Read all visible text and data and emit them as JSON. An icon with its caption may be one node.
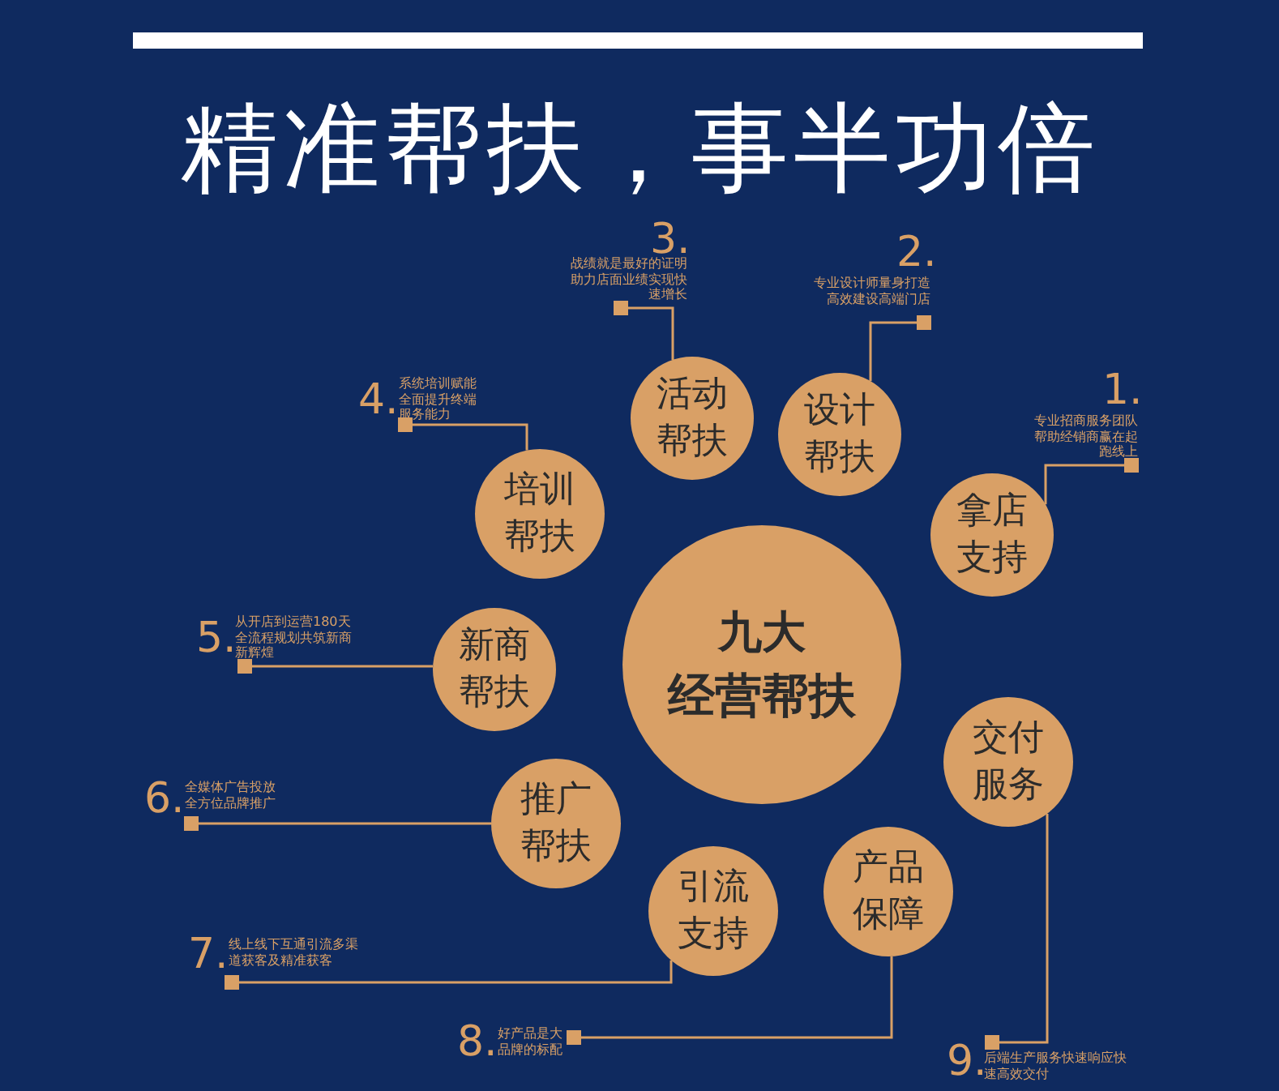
{
  "diagram": {
    "title": "精准帮扶，事半功倍",
    "nodes": [
      {
        "text": [
          "九大",
          "经营帮扶"
        ]
      },
      {
        "text": [
          "拿店支持"
        ]
      },
      {
        "text": [
          "设计帮扶"
        ]
      },
      {
        "text": [
          "活动帮扶"
        ]
      },
      {
        "text": [
          "培训帮扶"
        ]
      },
      {
        "text": [
          "新商帮扶"
        ]
      },
      {
        "text": [
          "推广帮扶"
        ]
      },
      {
        "text": [
          "引流支持"
        ]
      },
      {
        "text": [
          "产品保障"
        ]
      },
      {
        "text": [
          "交付服务"
        ]
      },
      {
        "text": [
          "1.",
          "专业招商服务团队帮助经销商赢在起跑线上"
        ]
      },
      {
        "text": [
          "2.",
          "专业设计师量身打造高效建设高端门店"
        ]
      },
      {
        "text": [
          "3.",
          "战绩就是最好的证明助力店面业绩实现快速增长"
        ]
      },
      {
        "text": [
          "4.",
          "系统培训赋能全面提升终端服务能力"
        ]
      },
      {
        "text": [
          "5.",
          "从开店到运营180天全流程规划共筑新商新辉煌"
        ]
      },
      {
        "text": [
          "6.",
          "全媒体广告投放全方位品牌推广"
        ]
      },
      {
        "text": [
          "7.",
          "线上线下互通引流多渠道获客及精准获客"
        ]
      },
      {
        "text": [
          "8.",
          "好产品是大品牌的标配"
        ]
      },
      {
        "text": [
          "9.",
          "后端生产服务快速响应快速高效交付"
        ]
      }
    ],
    "edges": [
      {
        "from": 10,
        "to": 1,
        "arrow": "other"
      },
      {
        "from": 11,
        "to": 2,
        "arrow": "other"
      },
      {
        "from": 12,
        "to": 3,
        "arrow": "other"
      },
      {
        "from": 13,
        "to": 4,
        "arrow": "other"
      },
      {
        "from": 14,
        "to": 5,
        "arrow": "other"
      },
      {
        "from": 15,
        "to": 6,
        "arrow": "other"
      },
      {
        "from": 16,
        "to": 7,
        "arrow": "other"
      },
      {
        "from": 17,
        "to": 8,
        "arrow": "other"
      },
      {
        "from": 18,
        "to": 9,
        "arrow": "other"
      }
    ]
  }
}
